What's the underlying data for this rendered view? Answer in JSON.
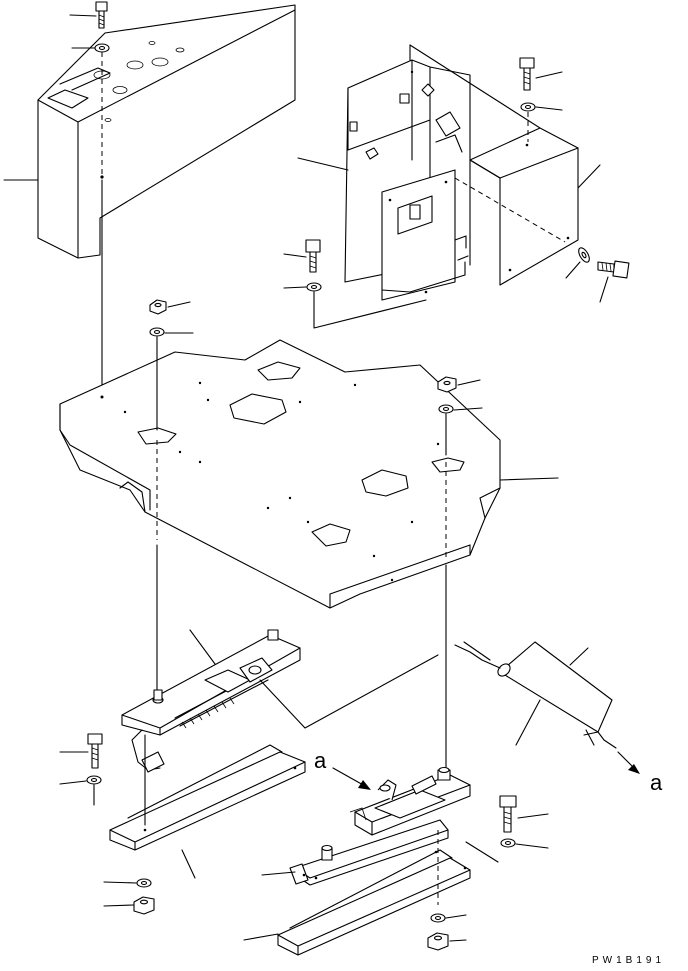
{
  "labels": {
    "section_a_left": "a",
    "section_a_right": "a",
    "drawing_code": "PW1B191"
  }
}
